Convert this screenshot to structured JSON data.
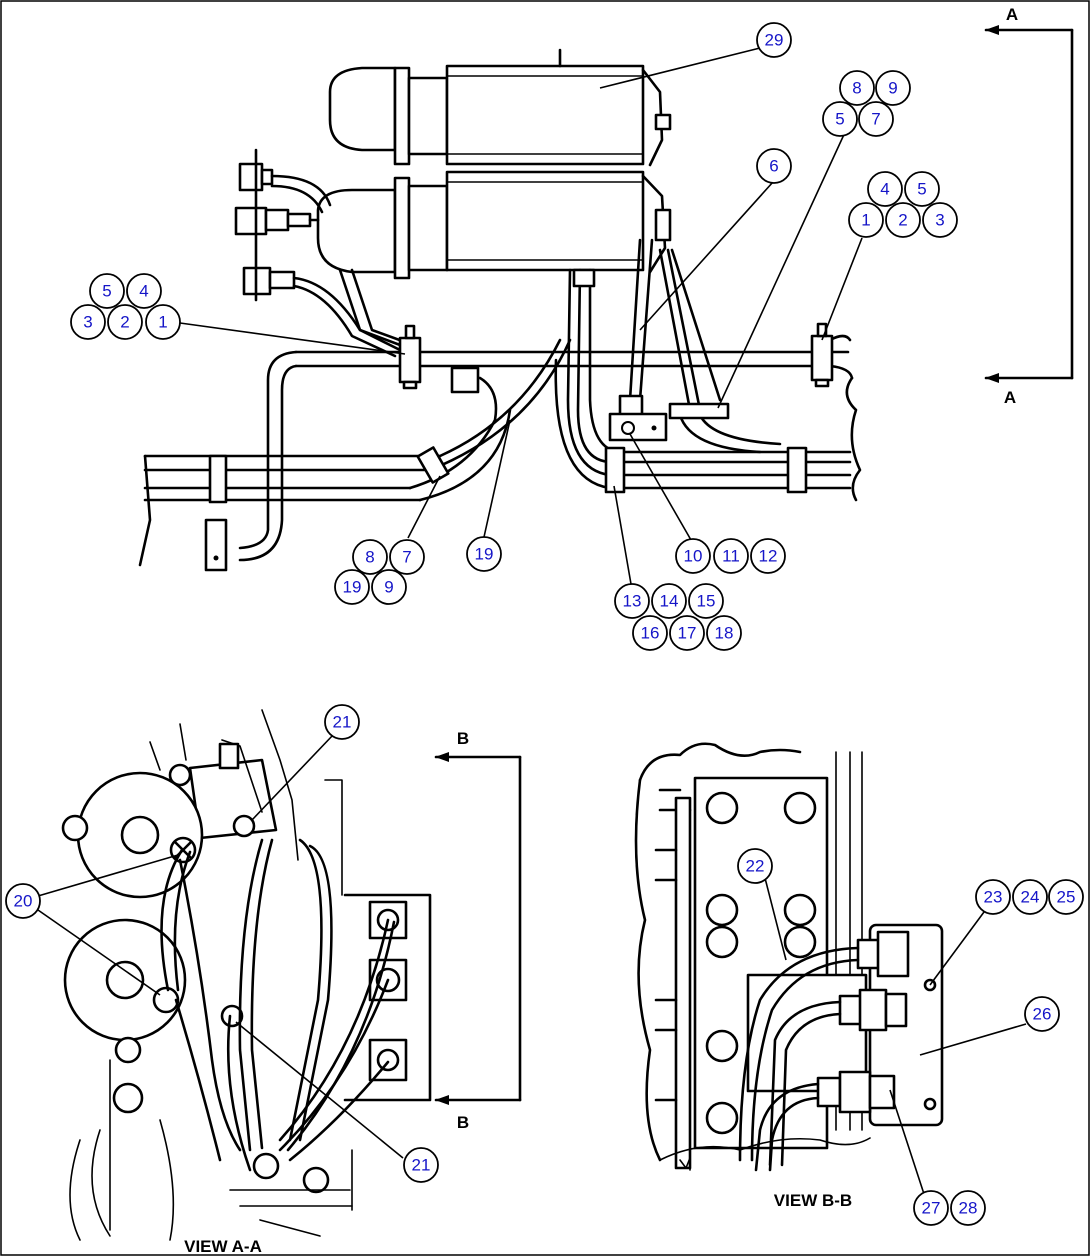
{
  "section_marker": "A",
  "view_aa": {
    "label": "VIEW A-A",
    "section_marker": "B"
  },
  "view_bb": {
    "label": "VIEW B-B"
  },
  "balloons": {
    "b29": "29",
    "b8a": "8",
    "b9a": "9",
    "b5a": "5",
    "b7a": "7",
    "b6": "6",
    "b4b": "4",
    "b5b": "5",
    "b1b": "1",
    "b2b": "2",
    "b3b": "3",
    "b5c": "5",
    "b4c": "4",
    "b3c": "3",
    "b2c": "2",
    "b1c": "1",
    "b8d": "8",
    "b7d": "7",
    "b19d": "19",
    "b9d": "9",
    "b19": "19",
    "b10": "10",
    "b11": "11",
    "b12": "12",
    "b13": "13",
    "b14": "14",
    "b15": "15",
    "b16": "16",
    "b17": "17",
    "b18": "18",
    "b21a": "21",
    "b20": "20",
    "b21b": "21",
    "b22": "22",
    "b23": "23",
    "b24": "24",
    "b25": "25",
    "b26": "26",
    "b27": "27",
    "b28": "28"
  }
}
